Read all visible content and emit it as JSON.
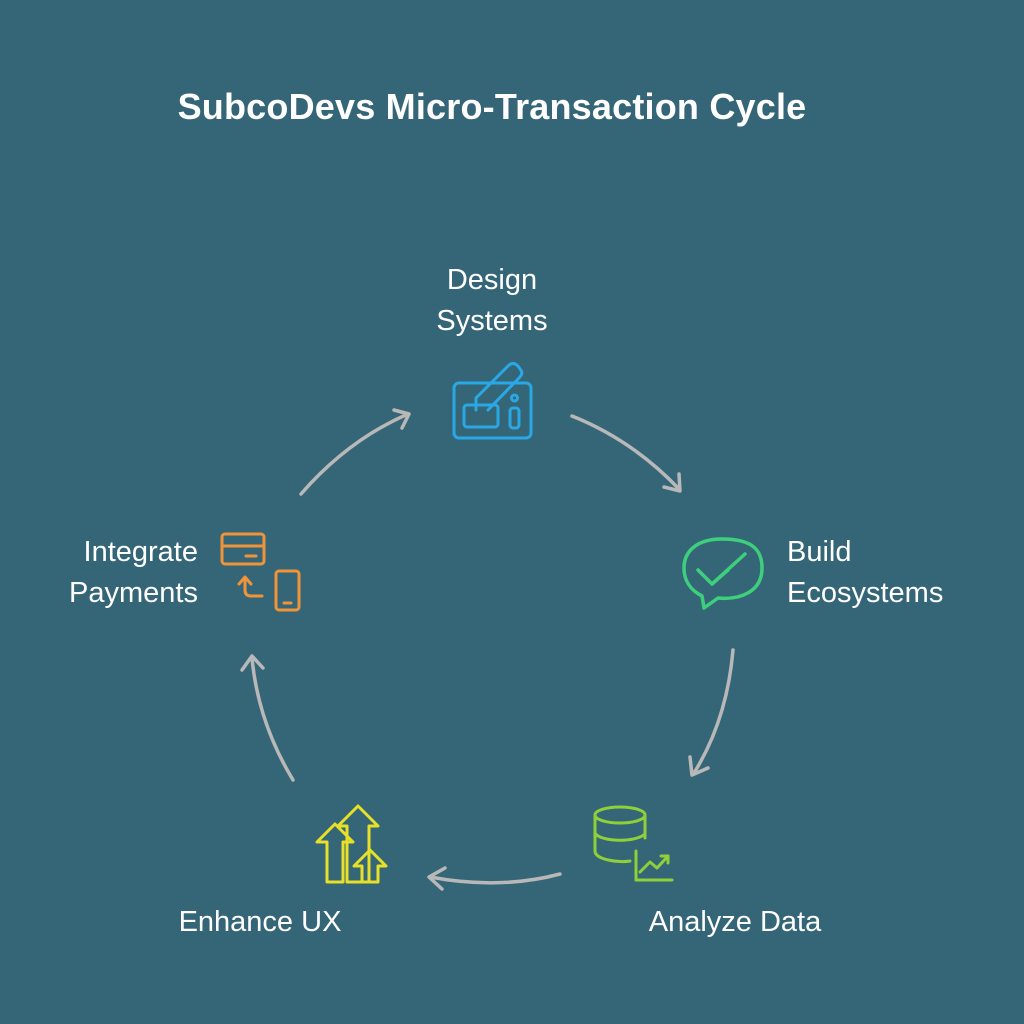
{
  "title": "SubcoDevs Micro-Transaction Cycle",
  "colors": {
    "background": "#356677",
    "arrow": "#b8b8b8",
    "design": "#2aa8e6",
    "build": "#3ecf7c",
    "analyze": "#8fcf3a",
    "enhance": "#e8e028",
    "integrate": "#f0943a"
  },
  "steps": [
    {
      "id": "design",
      "line1": "Design",
      "line2": "Systems",
      "icon": "design-tablet-icon"
    },
    {
      "id": "build",
      "line1": "Build",
      "line2": "Ecosystems",
      "icon": "chat-check-icon"
    },
    {
      "id": "analyze",
      "line1": "Analyze Data",
      "line2": "",
      "icon": "database-chart-icon"
    },
    {
      "id": "enhance",
      "line1": "Enhance UX",
      "line2": "",
      "icon": "growth-arrows-icon"
    },
    {
      "id": "integrate",
      "line1": "Integrate",
      "line2": "Payments",
      "icon": "card-phone-payment-icon"
    }
  ]
}
